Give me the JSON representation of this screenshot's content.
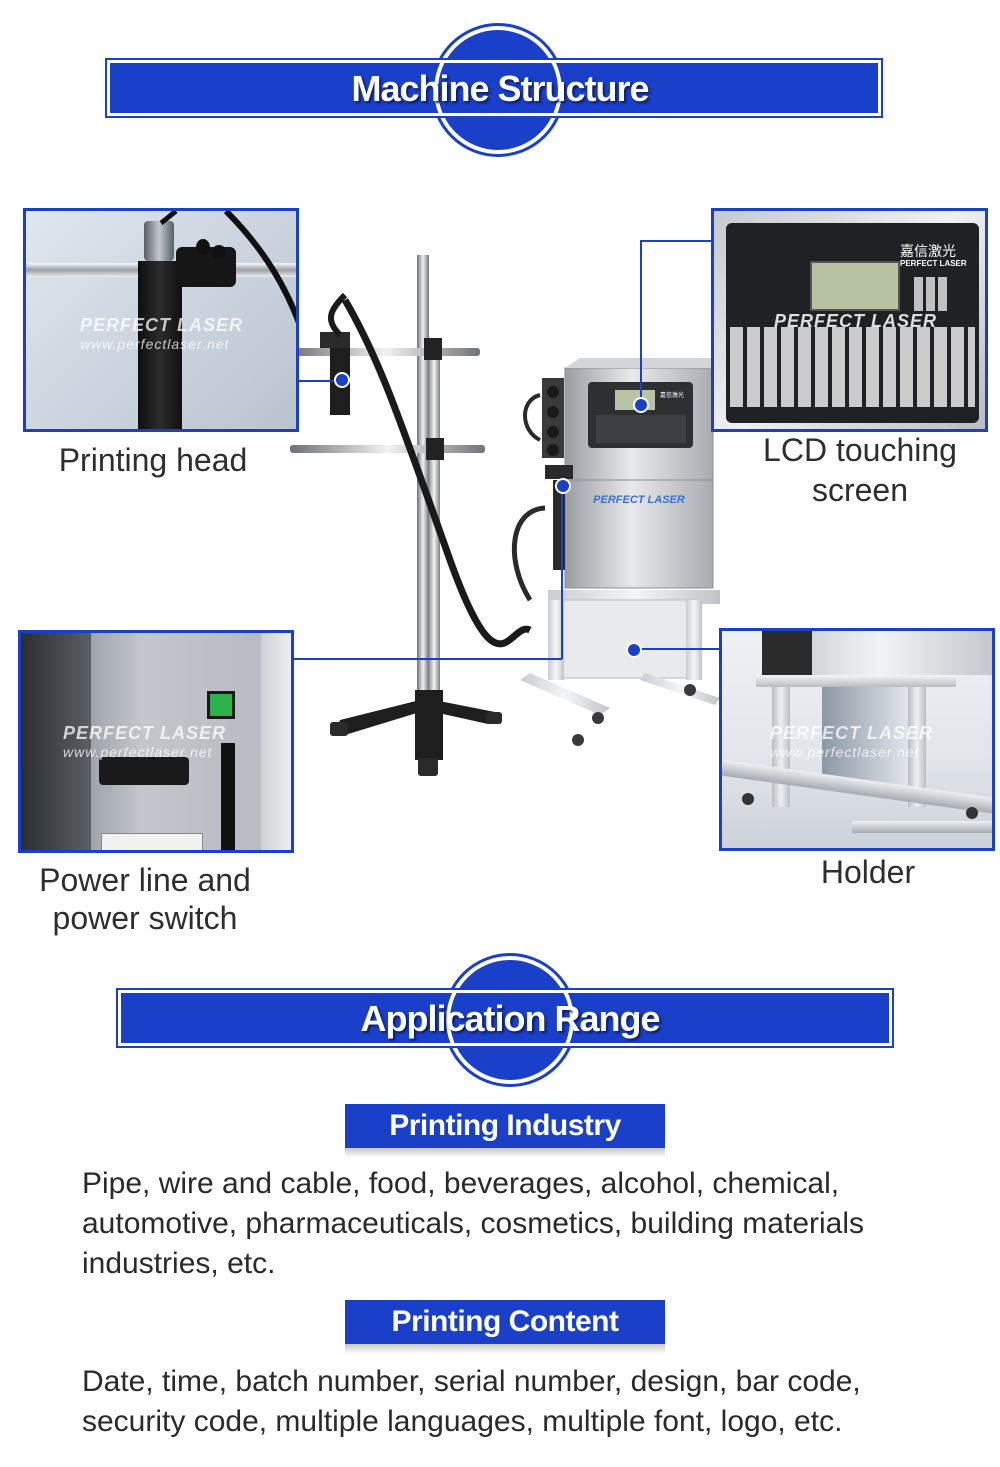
{
  "sections": {
    "machine_structure": "Machine Structure",
    "application_range": "Application Range"
  },
  "labels": {
    "printing_head": "Printing head",
    "lcd_line1": "LCD touching",
    "lcd_line2": "screen",
    "power_line1": "Power line and",
    "power_line2": "power switch",
    "holder": "Holder"
  },
  "watermark": {
    "brand": "PERFECT LASER",
    "url": "www.perfectlaser.net"
  },
  "machine": {
    "front_brand": "PERFECT LASER",
    "screen_brand_cn": "嘉信激光",
    "screen_brand_en": "PERFECT LASER"
  },
  "application": {
    "industry_title": "Printing Industry",
    "industry_text": "Pipe, wire and cable, food, beverages, alcohol, chemical, automotive, pharmaceuticals, cosmetics, building materials industries, etc.",
    "content_title": "Printing Content",
    "content_text": "Date, time, batch number, serial number, design, bar code, security code, multiple languages, multiple font, logo, etc."
  },
  "colors": {
    "accent": "#1a3fc9",
    "text": "#2a2a2a"
  }
}
